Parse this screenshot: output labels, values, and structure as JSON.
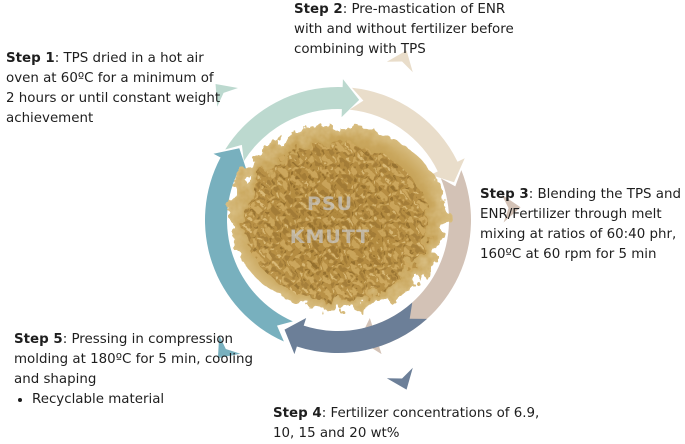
{
  "watermark": {
    "line1": "PSU",
    "line2": "KMUTT"
  },
  "steps": [
    {
      "id": "step1",
      "label": "Step 1",
      "text": ": TPS dried in a hot air oven at 60ºC for a minimum of 2 hours or until constant weight achievement",
      "color": "#bcd9cf"
    },
    {
      "id": "step2",
      "label": "Step 2",
      "text": ": Pre-mastication of ENR with and without fertilizer before combining with TPS",
      "color": "#e9ddca"
    },
    {
      "id": "step3",
      "label": "Step 3",
      "text": ": Blending the TPS and ENR/Fertilizer through melt mixing at ratios of 60:40 phr, 160ºC at 60 rpm for 5 min",
      "color": "#d3c2b6"
    },
    {
      "id": "step4",
      "label": "Step 4",
      "text": ": Fertilizer concentrations of 6.9, 10, 15 and 20 wt%",
      "color": "#6c7f98"
    },
    {
      "id": "step5",
      "label": "Step 5",
      "text": ": Pressing in compression molding at 180ºC for 5 min, cooling and shaping",
      "bullets": [
        "Recyclable material"
      ],
      "color": "#78b0be"
    }
  ]
}
